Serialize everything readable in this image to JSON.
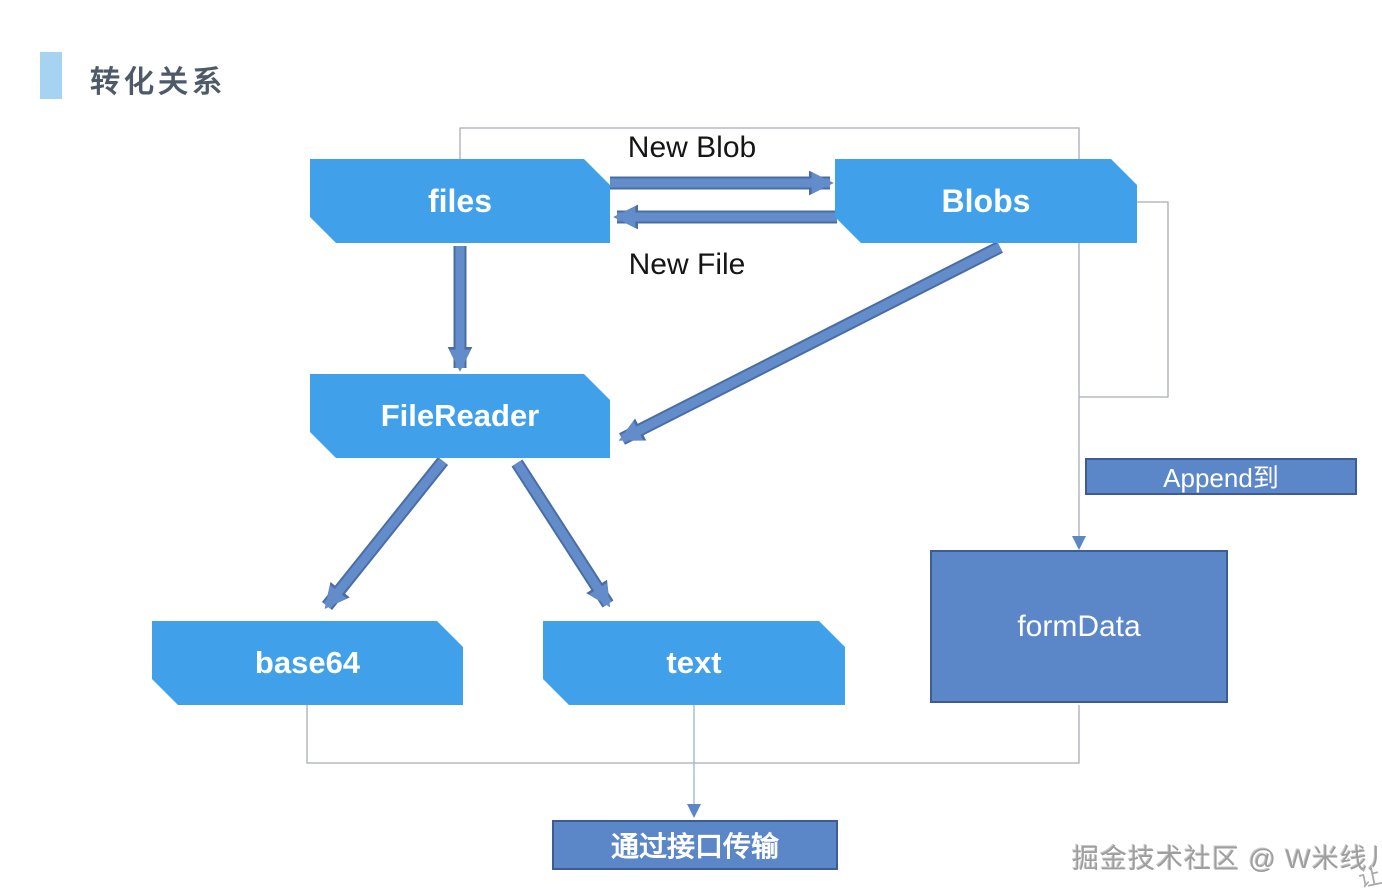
{
  "header": {
    "title": "转化关系",
    "accent_color": "#a7d3f2"
  },
  "diagram": {
    "nodes": {
      "files": {
        "label": "files",
        "style": "primary"
      },
      "blobs": {
        "label": "Blobs",
        "style": "primary"
      },
      "filereader": {
        "label": "FileReader",
        "style": "primary"
      },
      "base64": {
        "label": "base64",
        "style": "primary"
      },
      "text": {
        "label": "text",
        "style": "primary"
      },
      "formdata": {
        "label": "formData",
        "style": "secondary"
      },
      "transfer": {
        "label": "通过接口传输",
        "style": "secondary"
      }
    },
    "edge_labels": {
      "new_blob": "New Blob",
      "new_file": "New File",
      "append_to": "Append到"
    },
    "edges": [
      {
        "from": "files",
        "to": "blobs",
        "label": "New Blob",
        "kind": "thick-arrow"
      },
      {
        "from": "blobs",
        "to": "files",
        "label": "New File",
        "kind": "thick-arrow"
      },
      {
        "from": "files",
        "to": "filereader",
        "label": "",
        "kind": "thick-arrow"
      },
      {
        "from": "blobs",
        "to": "filereader",
        "label": "",
        "kind": "thick-arrow"
      },
      {
        "from": "filereader",
        "to": "base64",
        "label": "",
        "kind": "thick-arrow"
      },
      {
        "from": "filereader",
        "to": "text",
        "label": "",
        "kind": "thick-arrow"
      },
      {
        "from": "files",
        "to": "formdata",
        "label": "Append到",
        "kind": "thin-line-arrow"
      },
      {
        "from": "blobs",
        "to": "formdata",
        "label": "",
        "kind": "thin-line"
      },
      {
        "from": "base64",
        "to": "transfer",
        "label": "",
        "kind": "thin-line"
      },
      {
        "from": "formdata",
        "to": "transfer",
        "label": "",
        "kind": "thin-line"
      },
      {
        "from": "text",
        "to": "transfer",
        "label": "",
        "kind": "thin-line-arrow"
      }
    ],
    "colors": {
      "node_primary": "#41a0ea",
      "node_secondary": "#5b87c9",
      "node_secondary_border": "#3d5c94",
      "arrow_fill": "#638cca",
      "arrow_outline": "#4a6da3",
      "connector_line": "#a8aeb6"
    }
  },
  "watermark": {
    "text": "掘金技术社区 @ W米线儿",
    "corner_text": "让"
  }
}
